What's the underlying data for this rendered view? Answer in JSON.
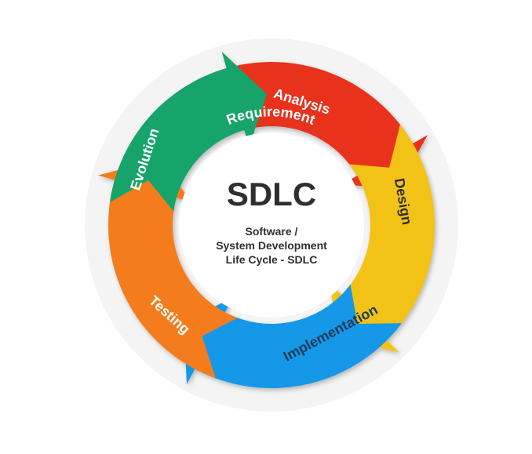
{
  "center": {
    "title": "SDLC",
    "subtitle_lines": [
      "Software /",
      "System Development",
      "Life Cycle - SDLC"
    ]
  },
  "phases": [
    {
      "label": "Requirement",
      "label2": "Analysis",
      "color": "#e8321f",
      "icon": "arrow-segment"
    },
    {
      "label": "Design",
      "color": "#f2c214",
      "icon": "arrow-segment"
    },
    {
      "label": "Implementation",
      "color": "#1798e8",
      "icon": "arrow-segment"
    },
    {
      "label": "Testing",
      "color": "#f47c1e",
      "icon": "arrow-segment"
    },
    {
      "label": "Evolution",
      "color": "#12a46b",
      "icon": "arrow-segment"
    }
  ],
  "colors": {
    "background": "#ffffff",
    "halo": "#f4f4f4",
    "center_fill": "#ffffff",
    "text_dark": "#2f2f2f",
    "label_text": "#ffffff"
  }
}
